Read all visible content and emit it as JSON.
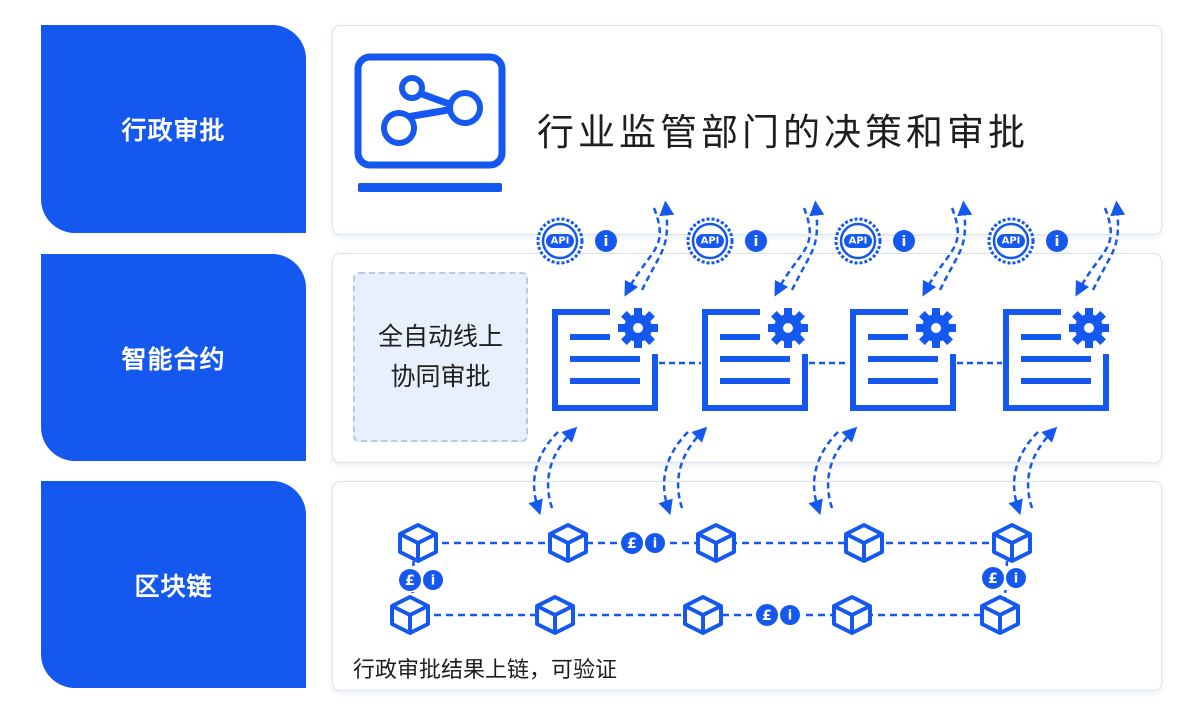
{
  "rows": [
    {
      "label": "行政审批"
    },
    {
      "label": "智能合约"
    },
    {
      "label": "区块链"
    }
  ],
  "top_panel": {
    "text": "行业监管部门的决策和审批",
    "icon": "share-network-monitor-icon"
  },
  "middle_panel": {
    "box_line1": "全自动线上",
    "box_line2": "协同审批",
    "contract_icon": "document-gear-icon",
    "badges": [
      "API",
      "i"
    ]
  },
  "bottom_panel": {
    "caption": "行政审批结果上链，可验证",
    "block_icon": "cube-icon",
    "payment_icons": [
      "£",
      "i"
    ]
  },
  "colors": {
    "primary": "#1558f0",
    "text": "#1e1e1e",
    "box_bg": "#e8effd"
  }
}
